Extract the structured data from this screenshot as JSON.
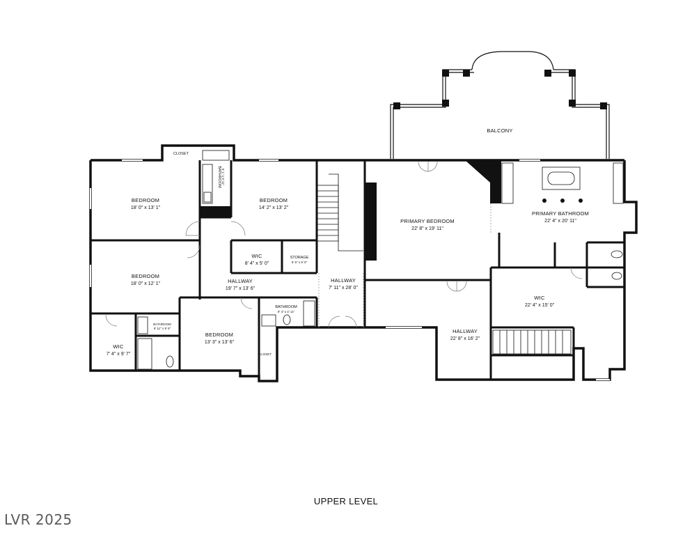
{
  "plan": {
    "level_label": "UPPER LEVEL",
    "watermark": "LVR 2025",
    "rooms": [
      {
        "id": "balcony",
        "name": "BALCONY",
        "dims": ""
      },
      {
        "id": "closet-top",
        "name": "CLOSET",
        "dims": ""
      },
      {
        "id": "bathroom-top",
        "name": "BATHROOM",
        "dims": "5' 1\" x 9' 11\""
      },
      {
        "id": "bedroom-1",
        "name": "BEDROOM",
        "dims": "18' 0\" x 13' 1\""
      },
      {
        "id": "bedroom-2",
        "name": "BEDROOM",
        "dims": "14' 2\" x 13' 2\""
      },
      {
        "id": "bedroom-3",
        "name": "BEDROOM",
        "dims": "18' 0\" x 12' 1\""
      },
      {
        "id": "bedroom-4",
        "name": "BEDROOM",
        "dims": "13' 3\" x 13' 6\""
      },
      {
        "id": "wic-small",
        "name": "WIC",
        "dims": "8' 4\" x 5' 0\""
      },
      {
        "id": "storage",
        "name": "STORAGE",
        "dims": "5' 6\" x 5' 0\""
      },
      {
        "id": "hallway-1",
        "name": "HALLWAY",
        "dims": "19' 7\" x 13' 6\""
      },
      {
        "id": "hallway-2",
        "name": "HALLWAY",
        "dims": "7' 11\" x 28' 0\""
      },
      {
        "id": "bathroom-mid",
        "name": "BATHROOM",
        "dims": "9' 4\" x 4' 11\""
      },
      {
        "id": "bathroom-sw",
        "name": "BATHROOM",
        "dims": "8' 11\" x 9' 6\""
      },
      {
        "id": "wic-sw",
        "name": "WIC",
        "dims": "7' 4\" x 9' 7\""
      },
      {
        "id": "closet-small",
        "name": "CLOSET",
        "dims": ""
      },
      {
        "id": "primary-bedroom",
        "name": "PRIMARY BEDROOM",
        "dims": "22' 8\" x 19' 11\""
      },
      {
        "id": "primary-bathroom",
        "name": "PRIMARY BATHROOM",
        "dims": "22' 4\" x 20' 11\""
      },
      {
        "id": "wic-primary",
        "name": "WIC",
        "dims": "22' 4\" x 15' 0\""
      },
      {
        "id": "hallway-3",
        "name": "HALLWAY",
        "dims": "22' 8\" x 16' 2\""
      }
    ]
  }
}
